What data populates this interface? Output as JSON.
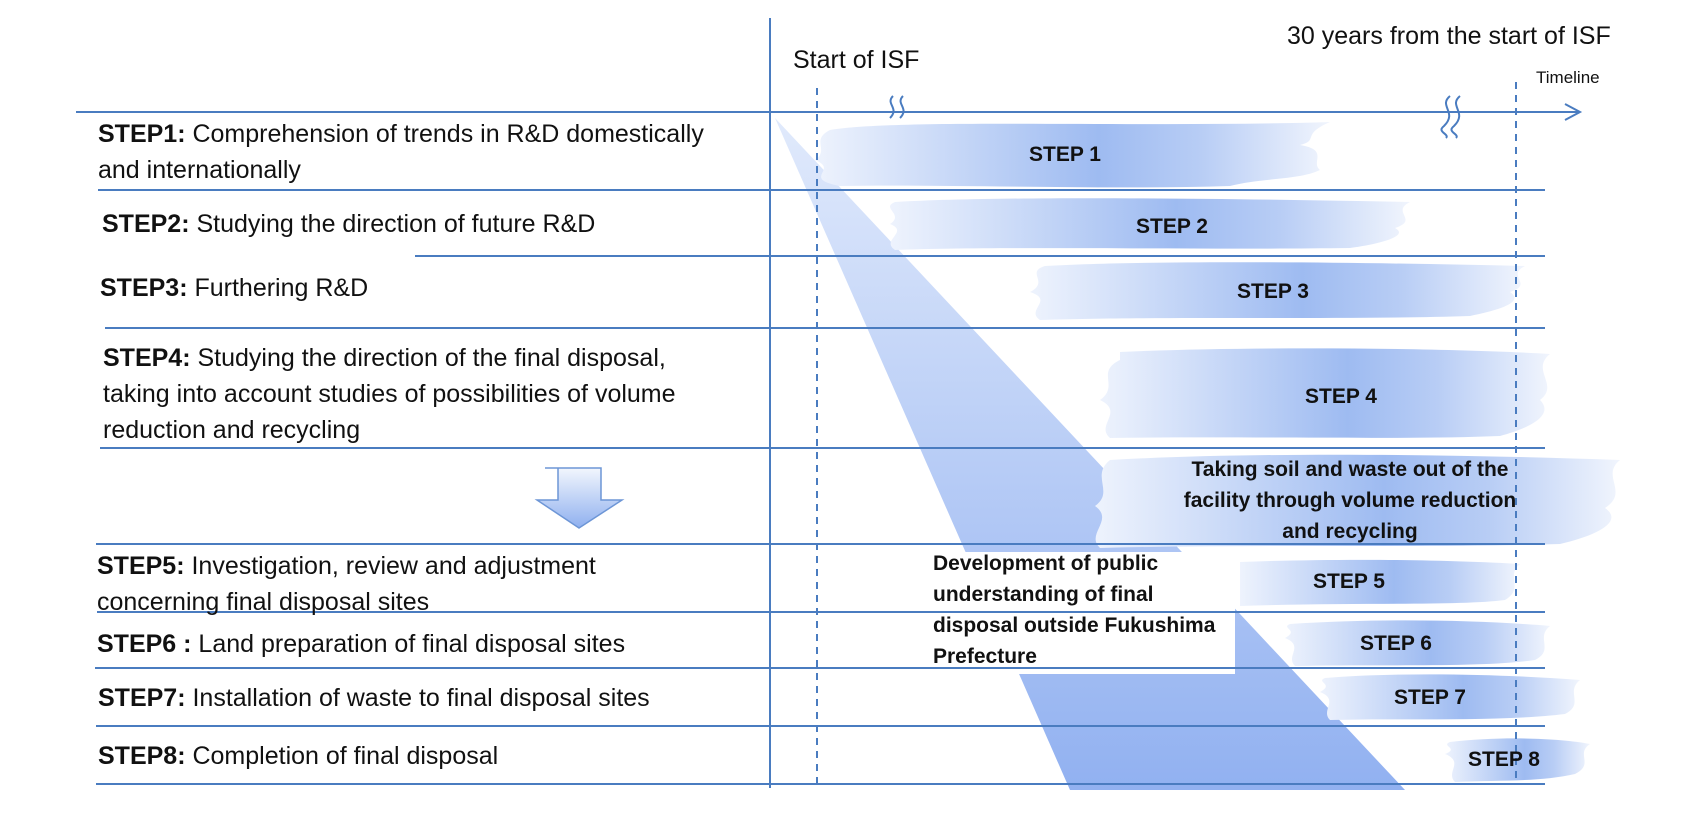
{
  "header": {
    "start_label": "Start of ISF",
    "end_label": "30 years from the start of ISF",
    "timeline_label": "Timeline"
  },
  "steps": [
    {
      "id": "STEP1",
      "lines": [
        "Comprehension of trends in R&D domestically",
        "and internationally"
      ],
      "bar_label": "STEP 1"
    },
    {
      "id": "STEP2",
      "lines": [
        "Studying the direction of future R&D"
      ],
      "bar_label": "STEP 2"
    },
    {
      "id": "STEP3",
      "lines": [
        "Furthering R&D"
      ],
      "bar_label": "STEP 3"
    },
    {
      "id": "STEP4",
      "lines": [
        "Studying the direction of the final disposal,",
        "taking into account studies of possibilities of volume",
        "reduction and  recycling"
      ],
      "bar_label": "STEP 4"
    },
    {
      "id": "STEP5",
      "lines": [
        "Investigation, review and adjustment",
        "concerning final disposal sites"
      ],
      "bar_label": "STEP 5"
    },
    {
      "id": "STEP6",
      "sep": " ",
      "lines": [
        "Land preparation of final disposal sites"
      ],
      "bar_label": "STEP 6"
    },
    {
      "id": "STEP7",
      "lines": [
        "Installation of waste to final disposal sites"
      ],
      "bar_label": "STEP 7"
    },
    {
      "id": "STEP8",
      "lines": [
        "Completion of final disposal"
      ],
      "bar_label": "STEP 8"
    }
  ],
  "volume_reduction_note": [
    "Taking soil and waste out of the",
    "facility through volume reduction",
    "and recycling"
  ],
  "public_note": [
    "Development of public",
    "understanding of final",
    "disposal outside Fukushima",
    "Prefecture"
  ],
  "colors": {
    "line": "#4a7cc0",
    "bar": "#7ba4ec",
    "bar_light": "#dfe9fb",
    "wedge": "#8fb0f0"
  }
}
